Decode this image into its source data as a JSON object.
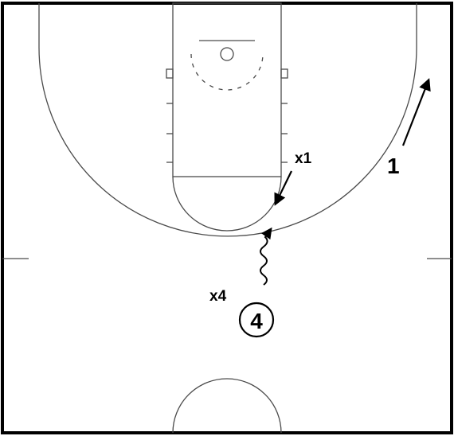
{
  "diagram": {
    "colors": {
      "background": "#ffffff",
      "boundary": "#000000",
      "court_lines": "#4a4a4a",
      "player_marks": "#000000"
    },
    "players": [
      {
        "id": "player-1",
        "label": "1",
        "role": "offense",
        "action": "cut"
      },
      {
        "id": "player-4",
        "label": "4",
        "role": "offense-ball-handler",
        "circled": true,
        "action": "dribble"
      }
    ],
    "defenders": [
      {
        "id": "defender-x1",
        "label": "x1",
        "action": "move-toward-arc"
      },
      {
        "id": "defender-x4",
        "label": "x4"
      }
    ]
  }
}
